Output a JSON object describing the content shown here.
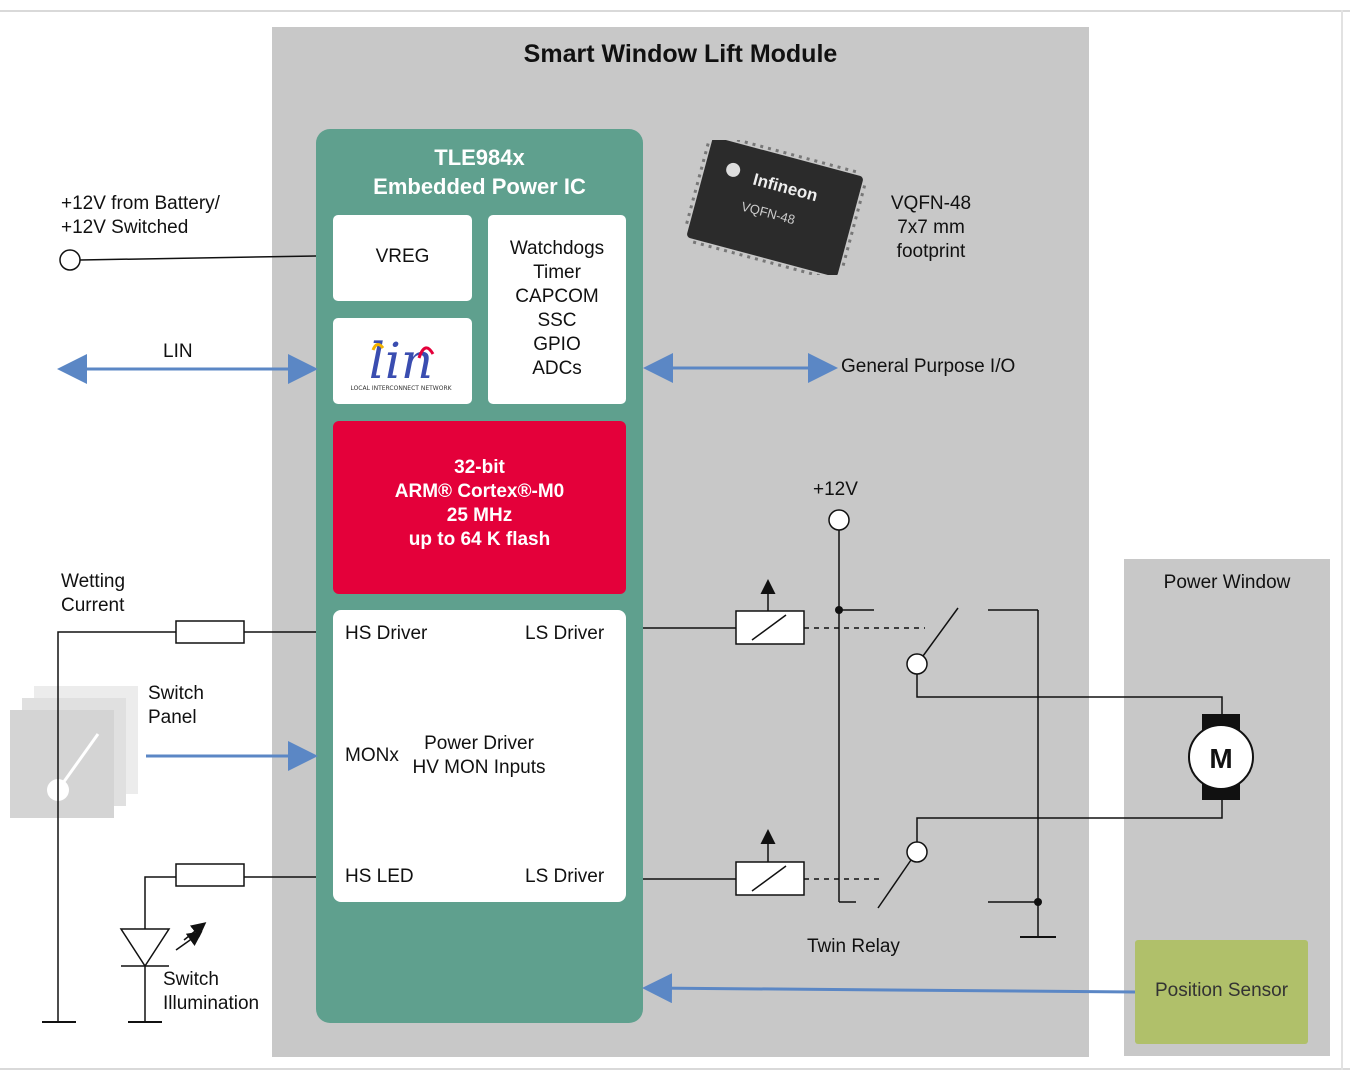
{
  "module": {
    "title": "Smart Window Lift Module"
  },
  "ic": {
    "title_line1": "TLE984x",
    "title_line2": "Embedded Power IC",
    "vreg": "VREG",
    "peripherals": [
      "Watchdogs",
      "Timer",
      "CAPCOM",
      "SSC",
      "GPIO",
      "ADCs"
    ],
    "lin_logo": {
      "text": "lin",
      "subtitle": "LOCAL INTERCONNECT NETWORK"
    },
    "cpu": [
      "32-bit",
      "ARM® Cortex®-M0",
      "25 MHz",
      "up to 64 K flash"
    ],
    "driver": {
      "hs_driver": "HS Driver",
      "ls_driver_top": "LS Driver",
      "monx": "MONx",
      "power_driver_line1": "Power Driver",
      "power_driver_line2": "HV MON Inputs",
      "hs_led": "HS LED",
      "ls_driver_bottom": "LS Driver"
    }
  },
  "chip_photo": {
    "brand": "Infineon",
    "marking": "VQFN-48"
  },
  "package": {
    "line1": "VQFN-48",
    "line2": "7x7 mm",
    "line3": "footprint"
  },
  "left": {
    "battery_line1": "+12V from Battery/",
    "battery_line2": "+12V Switched",
    "lin": "LIN",
    "wetting_line1": "Wetting",
    "wetting_line2": "Current",
    "switch_panel_line1": "Switch",
    "switch_panel_line2": "Panel",
    "switch_illum_line1": "Switch",
    "switch_illum_line2": "Illumination"
  },
  "right": {
    "gpio": "General Purpose I/O",
    "plus12v": "+12V",
    "twin_relay": "Twin Relay",
    "power_window": "Power Window",
    "motor": "M",
    "position_sensor": "Position Sensor"
  },
  "colors": {
    "ic_green": "#5fa08e",
    "cpu_red": "#e4003a",
    "arrow_blue": "#5b87c5",
    "module_gray": "#c8c8c8",
    "sensor_green": "#b0c06a"
  }
}
